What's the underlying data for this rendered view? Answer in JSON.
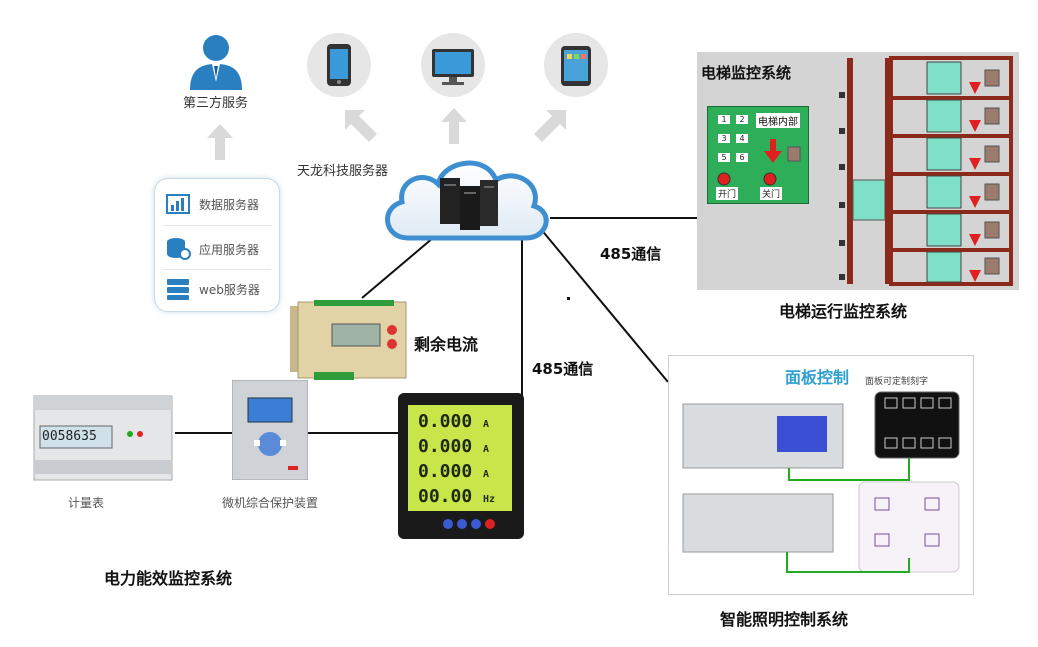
{
  "labels": {
    "third_party": "第三方服务",
    "tianlong_server": "天龙科技服务器",
    "data_server": "数据服务器",
    "app_server": "应用服务器",
    "web_server": "web服务器",
    "residual_current": "剩余电流",
    "comm_485_a": "485通信",
    "comm_485_b": "485通信",
    "meter": "计量表",
    "micro_protect": "微机综合保护装置",
    "power_system": "电力能效监控系统",
    "elevator_monitor_title": "电梯监控系统",
    "elevator_inner": "电梯内部",
    "open_door": "开门",
    "close_door": "关门",
    "elevator_run_system": "电梯运行监控系统",
    "panel_control": "面板控制",
    "panel_custom": "面板可定制刻字",
    "lighting_system": "智能照明控制系统"
  },
  "meter_display": "0058635",
  "power_meter_readings": [
    "0.000",
    "0.000",
    "0.000",
    "00.00"
  ],
  "power_meter_units": [
    "A",
    "A",
    "A",
    "Hz"
  ],
  "elevator_buttons": [
    "1",
    "2",
    "3",
    "4",
    "5",
    "6"
  ],
  "colors": {
    "accent_blue": "#2a7fc1",
    "cloud_blue": "#3d8fd1",
    "green_panel": "#2fae5a",
    "lcd_green": "#c8e64a",
    "shaft_brown": "#8b2a1a",
    "alarm_red": "#e02020"
  },
  "icons": [
    "user-icon",
    "phone-icon",
    "monitor-icon",
    "tablet-icon",
    "cloud-icon",
    "server-icon",
    "database-icon",
    "chart-icon",
    "arrow-up-icon"
  ]
}
